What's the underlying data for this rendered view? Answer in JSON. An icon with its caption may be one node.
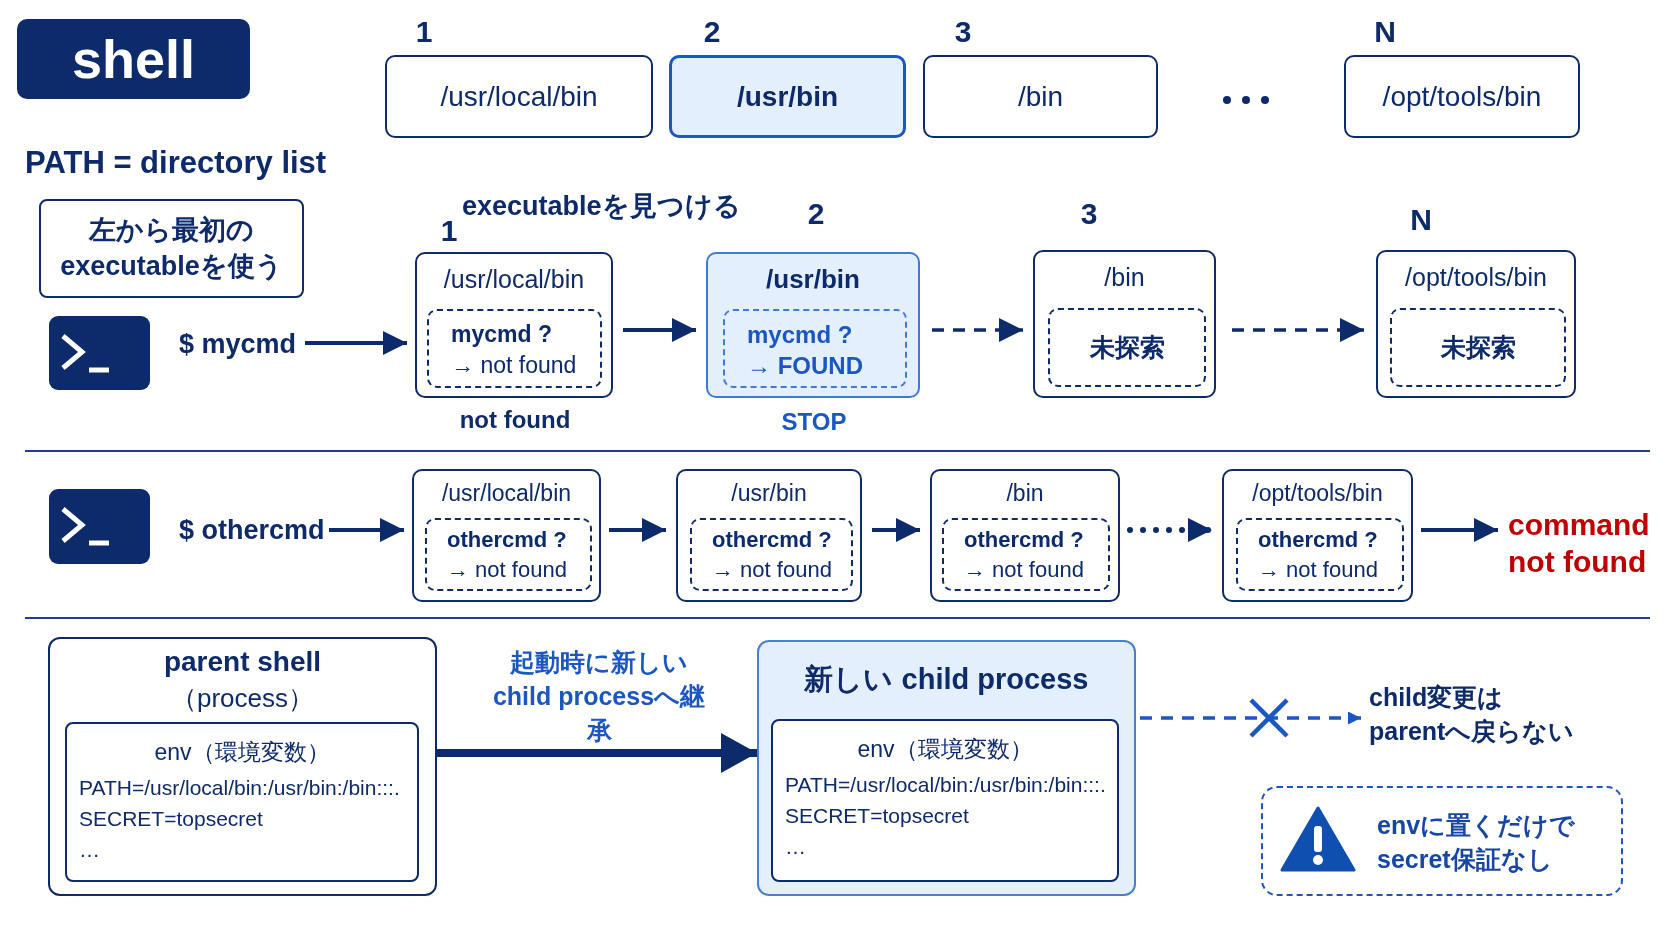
{
  "diagram": {
    "nodes": [
      {
        "text": [
          "shell"
        ]
      },
      {
        "text": [
          "/usr/local/bin"
        ],
        "beside": [
          "1"
        ]
      },
      {
        "text": [
          "/usr/bin"
        ],
        "beside": [
          "2"
        ]
      },
      {
        "text": [
          "/bin"
        ],
        "beside": [
          "3"
        ]
      },
      {
        "text": [
          "/opt/tools/bin"
        ],
        "beside": [
          "N"
        ]
      },
      {
        "text": [
          "左から最初のexecutableを使う"
        ]
      },
      {
        "text": [
          "$ mycmd"
        ]
      },
      {
        "text": [
          "/usr/local/bin"
        ],
        "beside": [
          "1",
          "not found"
        ]
      },
      {
        "text": [
          "mycmd ?",
          "→ not found"
        ],
        "in": 7
      },
      {
        "text": [
          "/usr/bin"
        ],
        "beside": [
          "2",
          "STOP"
        ]
      },
      {
        "text": [
          "mycmd ?",
          "→ FOUND"
        ],
        "in": 9
      },
      {
        "text": [
          "/bin"
        ],
        "beside": [
          "3"
        ]
      },
      {
        "text": [
          "未探索"
        ],
        "in": 11
      },
      {
        "text": [
          "/opt/tools/bin"
        ],
        "beside": [
          "N"
        ]
      },
      {
        "text": [
          "未探索"
        ],
        "in": 13
      },
      {
        "text": [
          "$ othercmd"
        ]
      },
      {
        "text": [
          "/usr/local/bin"
        ]
      },
      {
        "text": [
          "othercmd ?",
          "→ not found"
        ],
        "in": 16
      },
      {
        "text": [
          "/usr/bin"
        ]
      },
      {
        "text": [
          "othercmd ?",
          "→ not found"
        ],
        "in": 18
      },
      {
        "text": [
          "/bin"
        ]
      },
      {
        "text": [
          "othercmd ?",
          "→ not found"
        ],
        "in": 20
      },
      {
        "text": [
          "/opt/tools/bin"
        ]
      },
      {
        "text": [
          "othercmd ?",
          "→ not found"
        ],
        "in": 22
      },
      {
        "text": [
          "command not found"
        ]
      },
      {
        "text": [
          "parent shell",
          "（process）"
        ]
      },
      {
        "text": [
          "env（環境変数）",
          "PATH=/usr/local/bin:/usr/bin:/bin:::.",
          "SECRET=topsecret",
          "…"
        ],
        "in": 25
      },
      {
        "text": [
          "新しい child process"
        ]
      },
      {
        "text": [
          "env（環境変数）",
          "PATH=/usr/local/bin:/usr/bin:/bin:::.",
          "SECRET=topsecret",
          "…"
        ],
        "in": 27
      },
      {
        "text": [
          "child変更はparentへ戻らない"
        ]
      },
      {
        "text": [
          "envに置くだけでsecret保証なし"
        ]
      }
    ],
    "edges": [
      {
        "from": 6,
        "to": 7,
        "arrow": "to"
      },
      {
        "from": 7,
        "to": 9,
        "arrow": "to"
      },
      {
        "from": 9,
        "to": 11,
        "arrow": "to",
        "style": "dashed"
      },
      {
        "from": 11,
        "to": 13,
        "arrow": "to",
        "style": "dashed"
      },
      {
        "from": 15,
        "to": 16,
        "arrow": "to"
      },
      {
        "from": 16,
        "to": 18,
        "arrow": "to"
      },
      {
        "from": 18,
        "to": 20,
        "arrow": "to"
      },
      {
        "from": 20,
        "to": 22,
        "arrow": "to",
        "style": "dashed"
      },
      {
        "from": 22,
        "to": 24,
        "arrow": "to"
      },
      {
        "from": 25,
        "to": 27,
        "arrow": "to",
        "style": "thick",
        "label": "起動時に新しいchild processへ継承"
      },
      {
        "from": 27,
        "to": 29,
        "arrow": "to",
        "style": "dashed",
        "color": "#1a56c4"
      }
    ],
    "labels": [
      "PATH = directory list",
      "executableを見つける"
    ]
  }
}
